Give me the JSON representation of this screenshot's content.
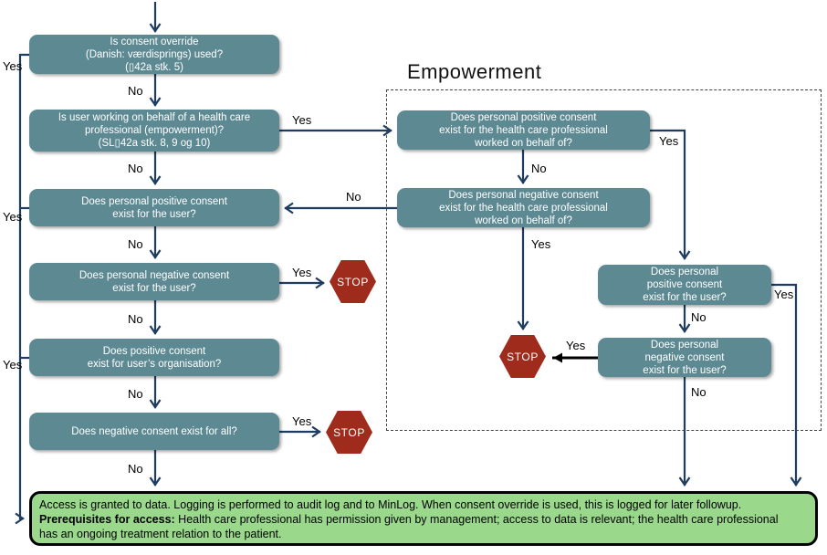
{
  "diagram": {
    "empowerment_title": "Empowerment",
    "stop_label": "STOP",
    "labels": {
      "yes": "Yes",
      "no": "No"
    },
    "nodes": {
      "consent_override": {
        "lines": [
          "Is consent override",
          "(Danish: værdisprings) used?",
          "(▯42a stk. 5)"
        ]
      },
      "working_on_behalf": {
        "lines": [
          "Is user working on behalf of a health care",
          "professional (empowerment)?",
          "(SL▯42a stk. 8, 9 og 10)"
        ]
      },
      "personal_positive_user": {
        "lines": [
          "Does personal positive consent",
          "exist for the user?"
        ]
      },
      "personal_negative_user": {
        "lines": [
          "Does personal negative consent",
          "exist for the user?"
        ]
      },
      "positive_org": {
        "lines": [
          "Does positive consent",
          "exist for user’s organisation?"
        ]
      },
      "negative_all": {
        "lines": [
          "Does negative consent exist for all?"
        ]
      },
      "emp_positive_hcp": {
        "lines": [
          "Does personal positive consent",
          "exist for the health care professional",
          "worked on behalf of?"
        ]
      },
      "emp_negative_hcp": {
        "lines": [
          "Does personal negative consent",
          "exist for the health care professional",
          "worked on behalf of?"
        ]
      },
      "emp_positive_user": {
        "lines": [
          "Does personal",
          "positive consent",
          "exist for the user?"
        ]
      },
      "emp_negative_user": {
        "lines": [
          "Does personal",
          "negative consent",
          "exist for the user?"
        ]
      }
    },
    "outcome": {
      "line1": "Access is granted to data. Logging is performed to audit log and to MinLog. When consent override is used, this is logged for later followup.",
      "bold": "Prerequisites for access:",
      "line2_rest": " Health care professional has permission given by management; access to data is relevant; the health care professional",
      "line3": "has an ongoing treatment relation to the patient."
    },
    "colors": {
      "node_fill": "#5d8993",
      "arrow": "#1e3c5f",
      "stop_fill": "#9e2b1b",
      "outcome_fill": "#9ad88c",
      "outcome_border": "#000000"
    }
  }
}
